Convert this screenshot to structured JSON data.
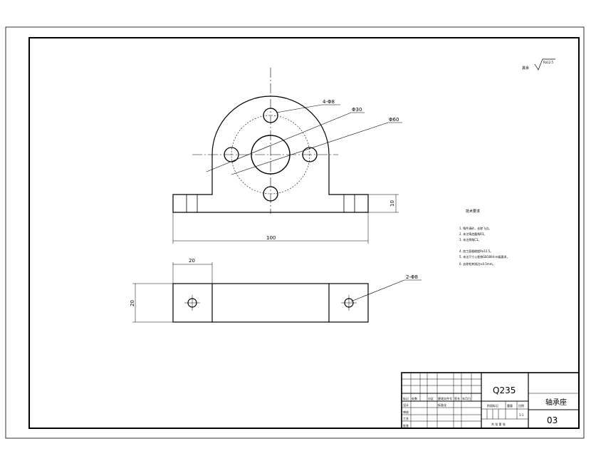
{
  "surface_finish": {
    "prefix": "其余",
    "value": "Ra12.5"
  },
  "front_view": {
    "hole_pattern_label": "4-Φ8",
    "bolt_circle_label": "Φ30",
    "outer_circle_label": "Φ60",
    "base_height_label": "10",
    "overall_width_label": "100"
  },
  "top_view": {
    "end_width_label": "20",
    "depth_label": "20",
    "holes_label": "2-Φ8"
  },
  "technical_requirements": {
    "title": "技术要求",
    "items": [
      "1. 铸件清砂，去除飞边。",
      "2. 未注铸造圆角R3。",
      "3. 未注倒角C1。",
      "4. 加工面粗糙度Ra12.5。",
      "5. 未注尺寸公差按GB1804-m级要求。",
      "6. 去除毛刺锐边±0.5mm。"
    ]
  },
  "title_block": {
    "material": "Q235",
    "part_name": "轴承座",
    "drawing_number": "03",
    "scale": "1:1",
    "sheet": "共 张 第 张",
    "row_labels": [
      "标记",
      "设计",
      "审核",
      "工艺",
      "批准"
    ],
    "col_labels": [
      "处数",
      "分区",
      "更改文件号",
      "签名",
      "年月日"
    ],
    "mid_labels": [
      "标准化",
      "阶段标记",
      "重量",
      "比例"
    ]
  }
}
